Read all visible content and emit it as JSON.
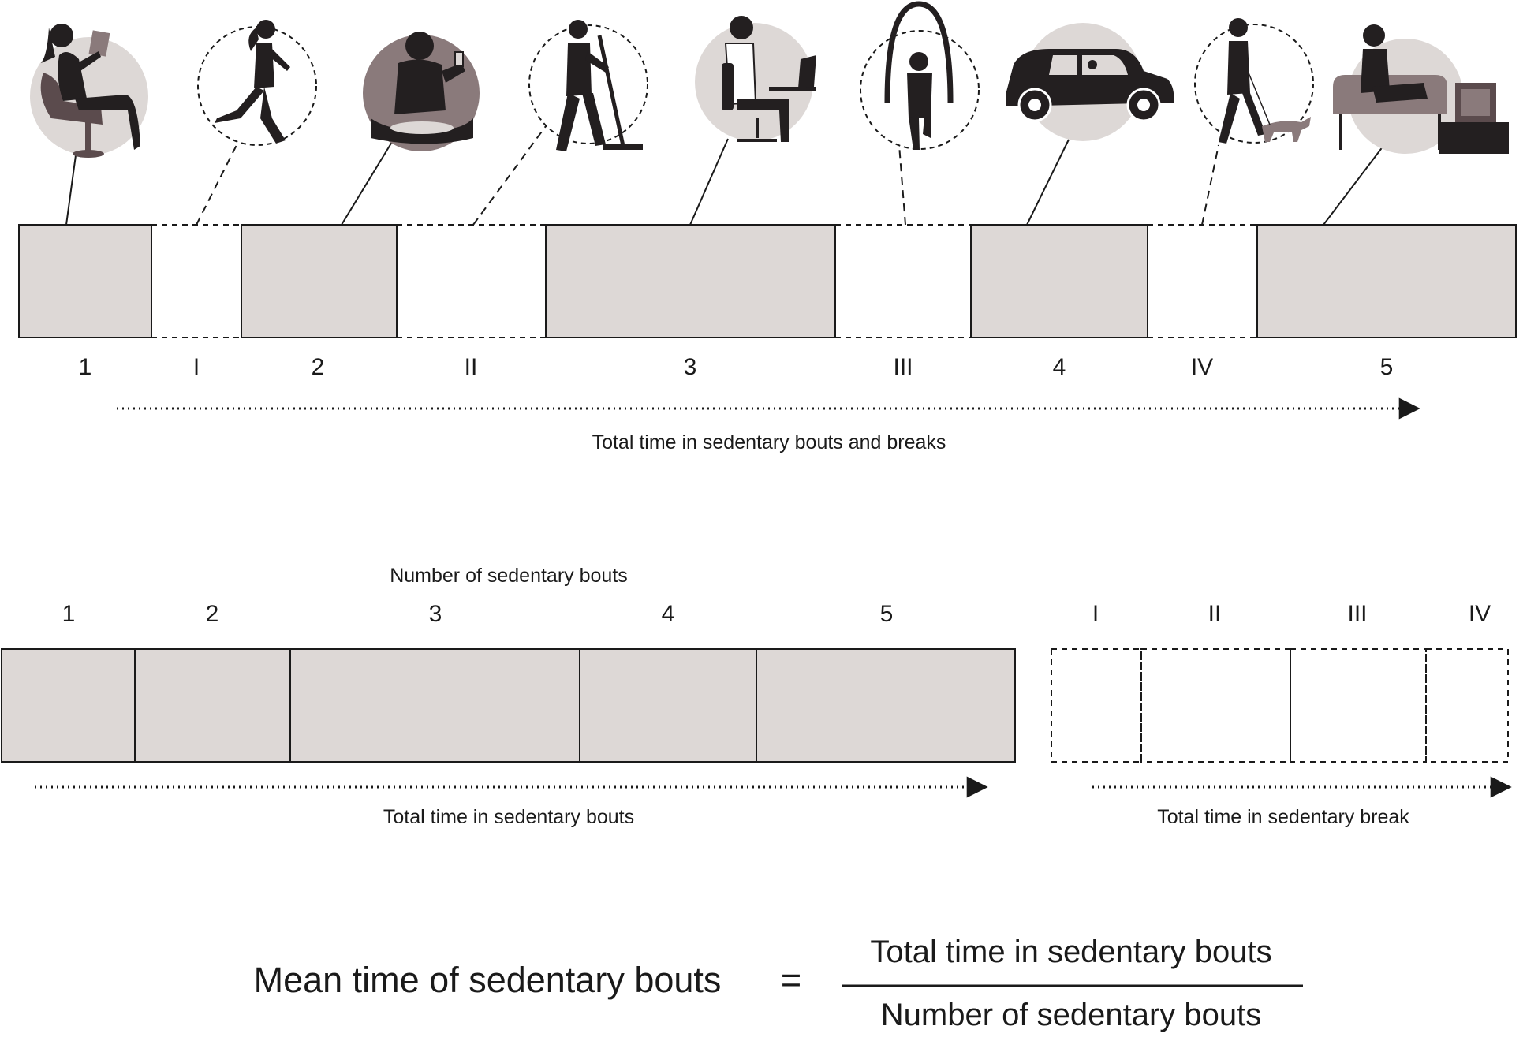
{
  "colors": {
    "sedentary_fill": "#ddd8d6",
    "icon_dark": "#231f20",
    "icon_mid": "#5b4b4d",
    "icon_light": "#ddd8d6",
    "stroke": "#1a1a1a"
  },
  "timeline": {
    "segments": [
      {
        "kind": "bout",
        "label": "1",
        "icon": "woman-reading-in-chair-icon"
      },
      {
        "kind": "break",
        "label": "I",
        "icon": "woman-walking-icon"
      },
      {
        "kind": "bout",
        "label": "2",
        "icon": "man-sitting-with-phone-icon"
      },
      {
        "kind": "break",
        "label": "II",
        "icon": "woman-sweeping-icon"
      },
      {
        "kind": "bout",
        "label": "3",
        "icon": "woman-working-at-laptop-icon"
      },
      {
        "kind": "break",
        "label": "III",
        "icon": "woman-jumping-rope-icon"
      },
      {
        "kind": "bout",
        "label": "4",
        "icon": "person-driving-car-icon"
      },
      {
        "kind": "break",
        "label": "IV",
        "icon": "woman-walking-dog-icon"
      },
      {
        "kind": "bout",
        "label": "5",
        "icon": "woman-on-sofa-watching-tv-icon"
      }
    ],
    "arrow_label": "Total time in sedentary bouts and breaks"
  },
  "bouts_row": {
    "title": "Number of sedentary bouts",
    "labels": [
      "1",
      "2",
      "3",
      "4",
      "5"
    ],
    "arrow_label": "Total time in sedentary bouts"
  },
  "breaks_row": {
    "labels": [
      "I",
      "II",
      "III",
      "IV"
    ],
    "arrow_label": "Total time in sedentary break"
  },
  "formula": {
    "lhs": "Mean time of sedentary bouts",
    "equals": "=",
    "numerator": "Total time in sedentary bouts",
    "denominator": "Number of sedentary bouts"
  }
}
